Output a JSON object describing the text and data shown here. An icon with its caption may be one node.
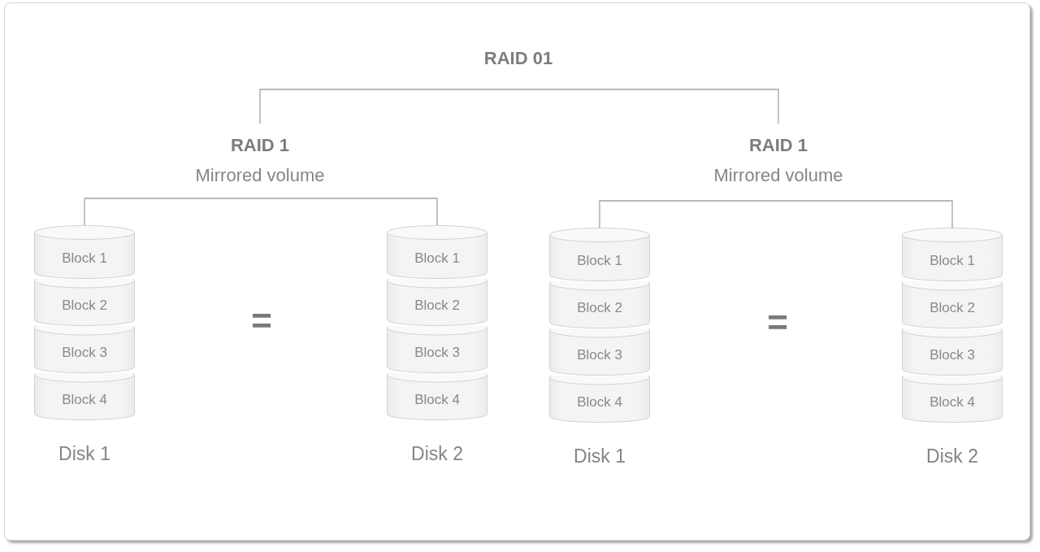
{
  "diagram": {
    "nodes": [
      {
        "text": [
          "RAID 01"
        ]
      },
      {
        "text": [
          "RAID 1",
          "Mirrored volume"
        ]
      },
      {
        "text": [
          "RAID 1",
          "Mirrored volume"
        ]
      },
      {
        "text": [
          "Disk 1"
        ]
      },
      {
        "text": [
          "Block 1"
        ],
        "in": 3
      },
      {
        "text": [
          "Block 2"
        ],
        "in": 3
      },
      {
        "text": [
          "Block 3"
        ],
        "in": 3
      },
      {
        "text": [
          "Block 4"
        ],
        "in": 3
      },
      {
        "text": [
          "Disk 2"
        ]
      },
      {
        "text": [
          "Block 1"
        ],
        "in": 8
      },
      {
        "text": [
          "Block 2"
        ],
        "in": 8
      },
      {
        "text": [
          "Block 3"
        ],
        "in": 8
      },
      {
        "text": [
          "Block 4"
        ],
        "in": 8
      },
      {
        "text": [
          "Disk 1"
        ]
      },
      {
        "text": [
          "Block 1"
        ],
        "in": 13
      },
      {
        "text": [
          "Block 2"
        ],
        "in": 13
      },
      {
        "text": [
          "Block 3"
        ],
        "in": 13
      },
      {
        "text": [
          "Block 4"
        ],
        "in": 13
      },
      {
        "text": [
          "Disk 2"
        ]
      },
      {
        "text": [
          "Block 1"
        ],
        "in": 18
      },
      {
        "text": [
          "Block 2"
        ],
        "in": 18
      },
      {
        "text": [
          "Block 3"
        ],
        "in": 18
      },
      {
        "text": [
          "Block 4"
        ],
        "in": 18
      }
    ],
    "edges": [
      {
        "from": 0,
        "to": 1,
        "arrow": "none"
      },
      {
        "from": 0,
        "to": 2,
        "arrow": "none"
      },
      {
        "from": 1,
        "to": 3,
        "arrow": "none"
      },
      {
        "from": 1,
        "to": 8,
        "arrow": "none"
      },
      {
        "from": 2,
        "to": 13,
        "arrow": "none"
      },
      {
        "from": 2,
        "to": 18,
        "arrow": "none"
      }
    ],
    "labels": [
      "=",
      "="
    ]
  }
}
